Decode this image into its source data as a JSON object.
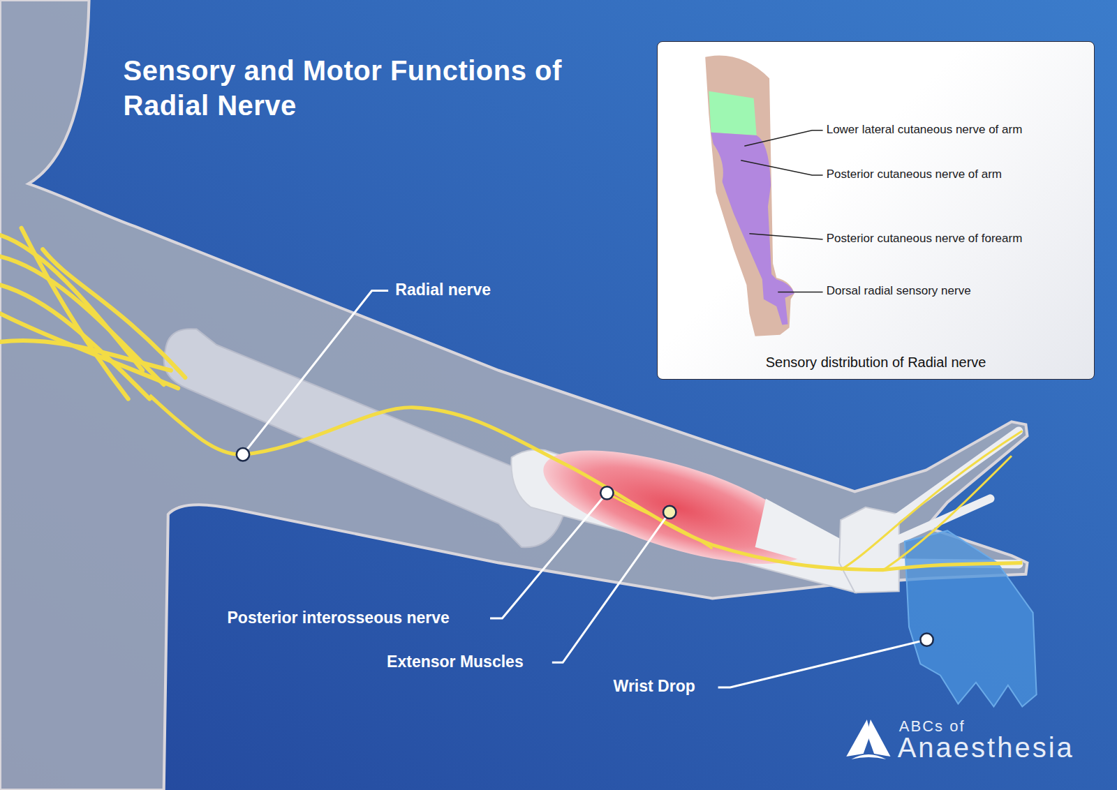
{
  "diagram": {
    "title": "Sensory and Motor Functions of Radial Nerve",
    "nodes": [
      {
        "text": [
          "Sensory distribution of Radial nerve"
        ]
      }
    ],
    "labels": [
      "Lower lateral cutaneous nerve of arm",
      "Posterior cutaneous nerve of arm",
      "Posterior cutaneous nerve of forearm",
      "Dorsal radial sensory nerve",
      "Radial nerve",
      "Posterior interosseous nerve",
      "Extensor Muscles",
      "Wrist Drop",
      "ABCs of",
      "Anaesthesia"
    ]
  }
}
